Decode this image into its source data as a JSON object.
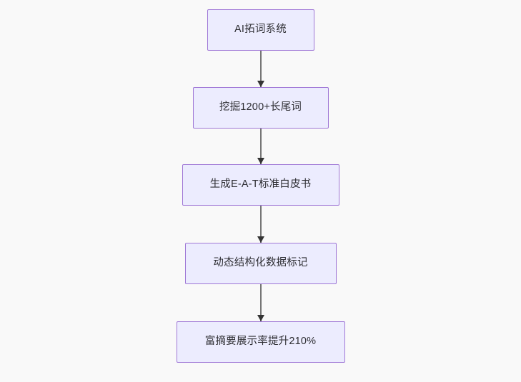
{
  "diagram": {
    "type": "flowchart",
    "direction": "top-to-bottom",
    "background_color": "#f9f9f9",
    "node_fill_color": "#ececfe",
    "node_border_color": "#9f77d6",
    "node_text_color": "#2e2e33",
    "connector_color": "#767676",
    "arrowhead_color": "#343434",
    "nodes": [
      {
        "id": "node-0",
        "label": "AI拓词系统"
      },
      {
        "id": "node-1",
        "label": "挖掘1200+长尾词"
      },
      {
        "id": "node-2",
        "label": "生成E-A-T标准白皮书"
      },
      {
        "id": "node-3",
        "label": "动态结构化数据标记"
      },
      {
        "id": "node-4",
        "label": "富摘要展示率提升210%"
      }
    ],
    "edges": [
      {
        "id": "conn-0",
        "from": "node-0",
        "to": "node-1",
        "arrow": "down-arrow"
      },
      {
        "id": "conn-1",
        "from": "node-1",
        "to": "node-2",
        "arrow": "down-arrow"
      },
      {
        "id": "conn-2",
        "from": "node-2",
        "to": "node-3",
        "arrow": "down-arrow"
      },
      {
        "id": "conn-3",
        "from": "node-3",
        "to": "node-4",
        "arrow": "down-arrow"
      }
    ]
  }
}
